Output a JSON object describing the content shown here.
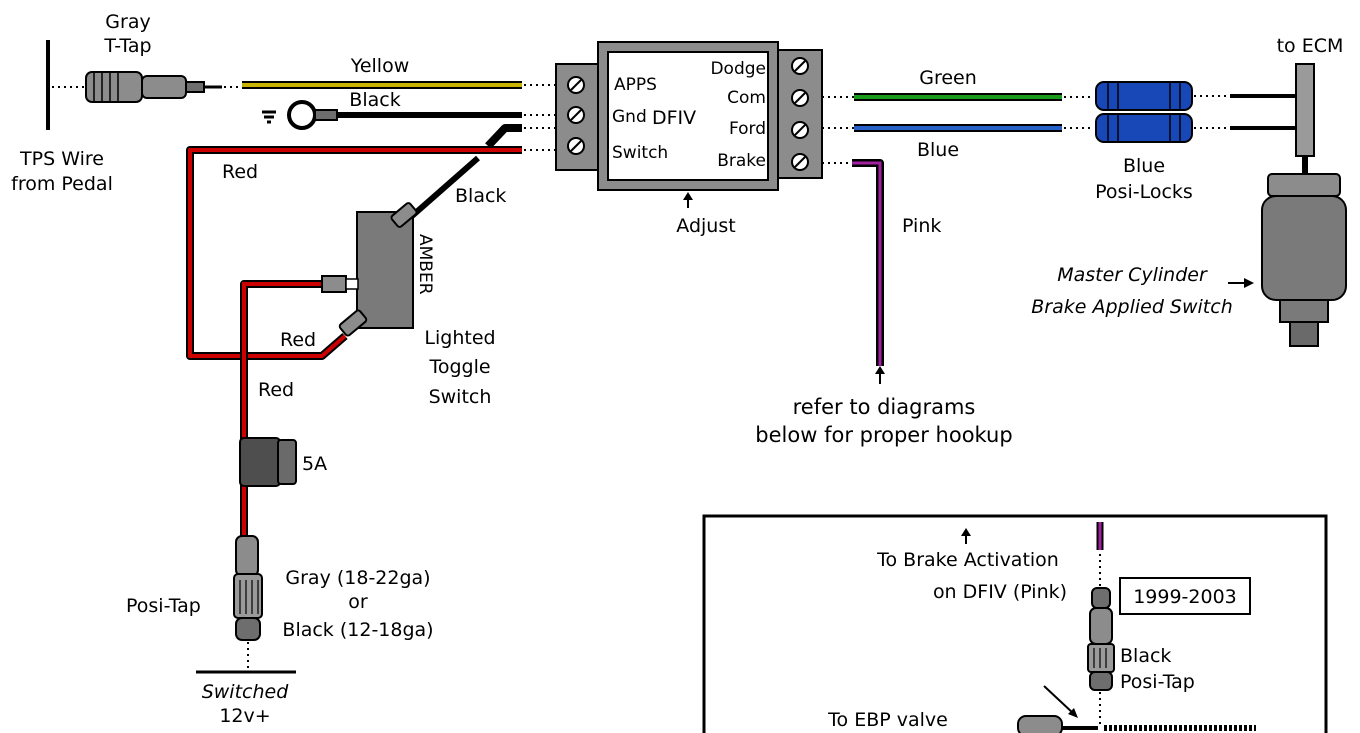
{
  "colors": {
    "yellow_wire": "#c8b400",
    "red_wire": "#cc0000",
    "green_wire": "#1a9a1a",
    "blue_wire": "#2460c8",
    "pink_wire": "#a020a0",
    "posilock_blue": "#1848b8",
    "switch_gray": "#8c8c8c"
  },
  "tps": {
    "tap_label_line1": "Gray",
    "tap_label_line2": "T-Tap",
    "wire_label_line1": "TPS Wire",
    "wire_label_line2": "from Pedal"
  },
  "wires": {
    "yellow": "Yellow",
    "black_ground": "Black",
    "black_switch": "Black",
    "red_top": "Red",
    "red_switch": "Red",
    "red_fuse": "Red",
    "green": "Green",
    "blue": "Blue",
    "pink": "Pink"
  },
  "dfiv": {
    "left_terminals": [
      "APPS",
      "Gnd",
      "Switch"
    ],
    "name": "DFIV",
    "right_terminals": [
      "Dodge",
      "Com",
      "Ford",
      "Brake"
    ],
    "adjust_label": "Adjust"
  },
  "posilocks": {
    "label_line1": "Blue",
    "label_line2": "Posi-Locks"
  },
  "ecm": {
    "label": "to ECM",
    "switch_label_line1": "Master Cylinder",
    "switch_label_line2": "Brake Applied Switch"
  },
  "toggle": {
    "amber_label": "AMBER",
    "label_line1": "Lighted",
    "label_line2": "Toggle",
    "label_line3": "Switch"
  },
  "fuse": {
    "label": "5A"
  },
  "posi_tap": {
    "label": "Posi-Tap",
    "option_line1": "Gray (18-22ga)",
    "option_line2": "or",
    "option_line3": "Black (12-18ga)",
    "power_line1": "Switched",
    "power_line2": "12v+"
  },
  "note": {
    "line1": "refer to diagrams",
    "line2": "below for proper hookup"
  },
  "inset": {
    "brake_line1": "To Brake Activation",
    "brake_line2": "on DFIV (Pink)",
    "year_range": "1999-2003",
    "tap_line1": "Black",
    "tap_line2": "Posi-Tap",
    "ebp_line1": "To EBP valve"
  }
}
